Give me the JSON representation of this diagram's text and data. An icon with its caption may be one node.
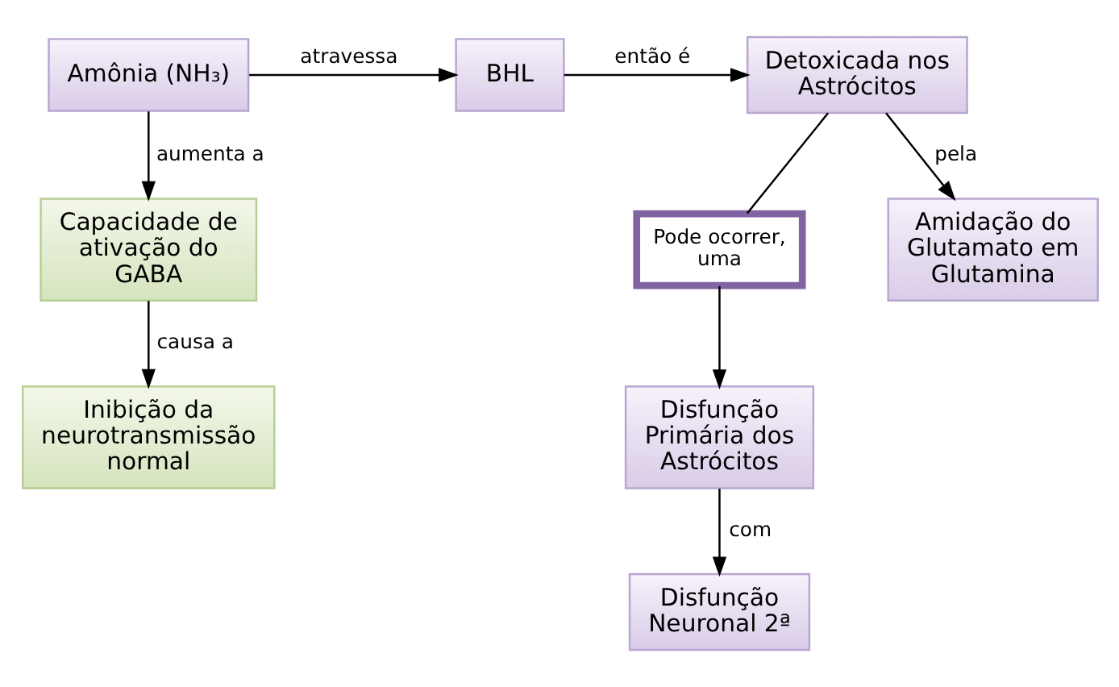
{
  "diagram": {
    "nodes": [
      {
        "text": [
          "Amônia (NH₃)"
        ]
      },
      {
        "text": [
          "BHL"
        ]
      },
      {
        "text": [
          "Detoxicada nos Astrócitos"
        ]
      },
      {
        "text": [
          "Capacidade de ativação do GABA"
        ]
      },
      {
        "text": [
          "Pode ocorrer, uma"
        ]
      },
      {
        "text": [
          "Amidação do Glutamato em Glutamina"
        ]
      },
      {
        "text": [
          "Inibição da neurotransmissão normal"
        ]
      },
      {
        "text": [
          "Disfunção Primária dos Astrócitos"
        ]
      },
      {
        "text": [
          "Disfunção Neuronal 2ª"
        ]
      }
    ],
    "edges": [
      {
        "from": 0,
        "to": 1,
        "arrow": "to",
        "label": "atravessa"
      },
      {
        "from": 1,
        "to": 2,
        "arrow": "to",
        "label": "então é"
      },
      {
        "from": 0,
        "to": 3,
        "arrow": "to",
        "label": "aumenta a"
      },
      {
        "from": 2,
        "to": 4,
        "arrow": "none"
      },
      {
        "from": 2,
        "to": 5,
        "arrow": "to",
        "label": "pela"
      },
      {
        "from": 3,
        "to": 6,
        "arrow": "to",
        "label": "causa a"
      },
      {
        "from": 4,
        "to": 7,
        "arrow": "to"
      },
      {
        "from": 7,
        "to": 8,
        "arrow": "to",
        "label": "com"
      }
    ]
  }
}
